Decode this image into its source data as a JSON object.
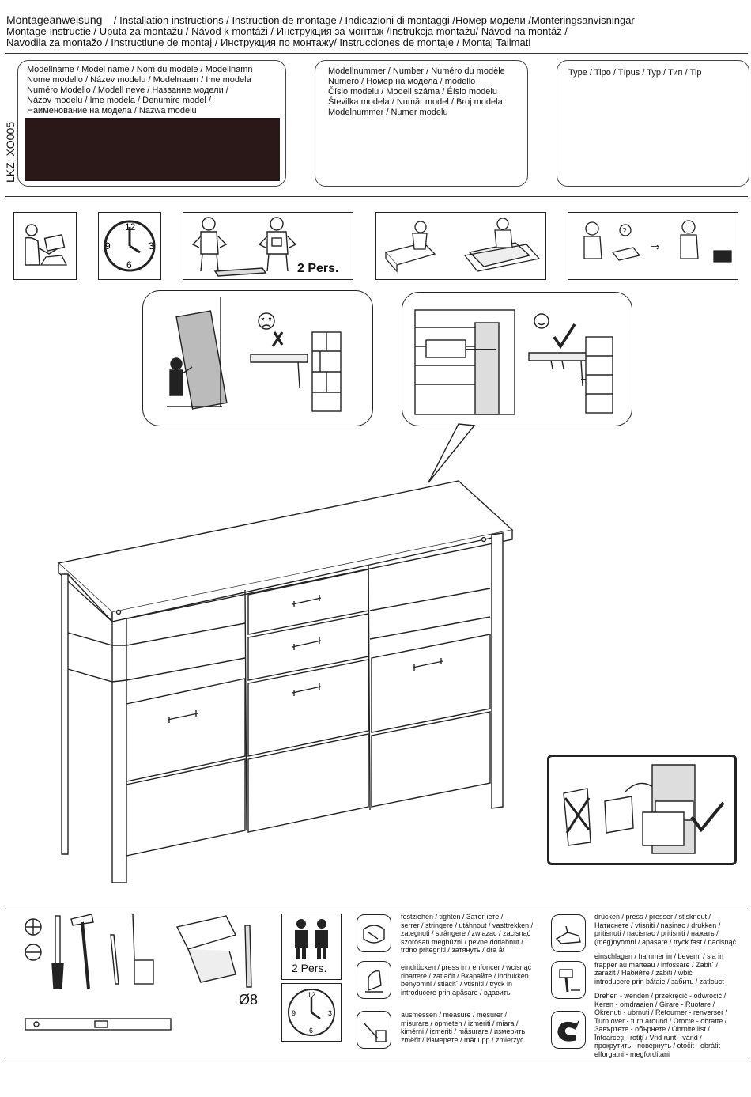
{
  "header": {
    "line1_title": "Montageanweisung",
    "line1_rest": "/ Installation instructions / Instruction de montage / Indicazioni di montaggi /Номер модели /Monteringsanvisningar",
    "line2": "Montage-instructie / Uputa za montažu / Návod k montáži / Инструкция за монтаж /Instrukcja montażu/ Návod na montáž /",
    "line3": "Navodila za montažo / Instructiune de montaj / Инструкция по монтажу/ Instrucciones de montaje / Montaj Talimati"
  },
  "lkz_code": "LKZ: XO005",
  "model_name_box": {
    "lines": [
      "Modellname / Model name / Nom du modèle / Modellnamn",
      "Nome modello / Název modelu / Modelnaam / Ime modela",
      "Numéro Modello / Modell neve / Название модели /",
      "Názov modelu / Ime modela / Denumire model /",
      "Наименование на модела / Nazwa modelu"
    ]
  },
  "model_number_box": {
    "lines": [
      "Modellnummer / Number / Numéro du modèle",
      "Numero /  Номер на модела / modello",
      "Číslo modelu / Modell száma / Éíslo modelu",
      "Številka modela / Număr model / Broj modela",
      "Modelnummer / Numer modelu"
    ]
  },
  "type_box": {
    "text": "Type / Tipo / Típus / Typ / Тип / Tip"
  },
  "top_pictos": {
    "two_persons": "2 Pers."
  },
  "tools": {
    "drill_bit_size": "Ø8",
    "two_persons": "2 Pers."
  },
  "instructions": {
    "tighten": "festziehen / tighten / Затегнете /\nserrer / stringere / utáhnout / vasttrekken /\nzategnuti / strângere / zwiazac / zacisnąć\nszorosan meghúzni / pevne dotiahnut /\ntrdno pritegniti / затянуть / dra åt",
    "press_in": "eindrücken / press in / enfoncer / wcisnąć\nribattere / zatlačit / Вкарайте / indrukken\nbenyomni / stlacit´ / vtisniti / tryck in\nintroducere prin apăsare / вдавить",
    "measure": "ausmessen / measure / mesurer /\nmisurare / opmeten / izmeriti / miara /\nkimérni / izmeriti / măsurare / измерить\nzměřit / Измерете / mät upp / zmierzyć",
    "press": "drücken / press / presser / stisknout /\nНатиснете / vtisniti / nasinac / drukken /\npritisnuti / nacisnac / pritisniti / нажать /\n(meg)nyomni / apasare / tryck fast / nacisnąć",
    "hammer_in": "einschlagen / hammer in / bevemi / sla in\nfrapper au marteau / infossare / Zabit´ /\nzarazit / Набийте / zabiti / wbić\nintroducere prin bătaie / забить / zatlouct",
    "turn": "Drehen - wenden / przekręcić - odwrócić /\nKeren - omdraaien / Girare - Ruotare /\nOkrenuti - ubrnuti / Retourner - renverser /\nTurn over - turn around / Otocte - obratte /\nЗавъртете - обърнете / Obrnite list /\nÎntoarceţi - rotiţi / Vrid runt - vänd /\nпрокрутить - повернуть / otočit - obrátit\nelforgatni - megfordítani"
  }
}
